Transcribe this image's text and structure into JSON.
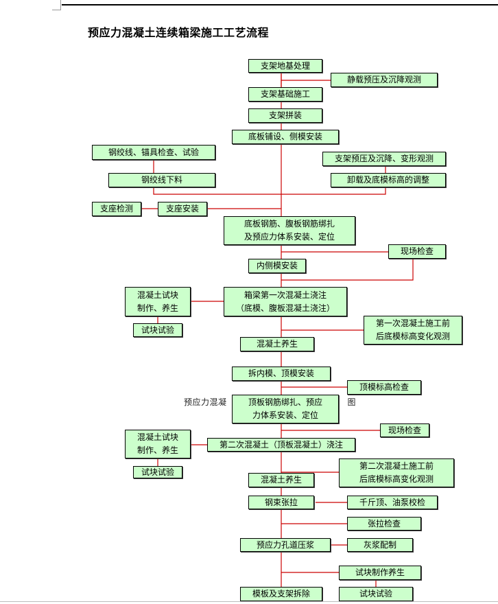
{
  "title": "预应力混凝土连续箱梁施工工艺流程",
  "caption": "预应力混凝",
  "caption_tail": "图",
  "steps": {
    "s1": "支架地基处理",
    "s2": "静载预压及沉降观测",
    "s3": "支架基础施工",
    "s4": "支架拼装",
    "s5": "底板铺设、侧模安装",
    "s6": "钢绞线、锚具检查、试验",
    "s7": "支架预压及沉降、变形观测",
    "s8": "钢绞线下料",
    "s9": "卸载及底模标高的调整",
    "s10": "支座检测",
    "s11": "支座安装",
    "s12": "底板钢筋、腹板钢筋绑扎\n及预应力体系安装、定位",
    "s13": "现场检查",
    "s14": "内侧模安装",
    "s15": "混凝土试块\n制作、养生",
    "s16": "箱梁第一次混凝土浇注\n（底模、腹板混凝土浇注）",
    "s17": "试块试验",
    "s18": "第一次混凝土施工前\n后底模标高变化观测",
    "s19": "混凝土养生",
    "s20": "拆内模、顶模安装",
    "s21": "顶模标高检查",
    "s22": "顶板钢筋绑扎、预应\n力体系安装、定位",
    "s23": "现场检查",
    "s24": "混凝土试块\n制作、养生",
    "s25": "第二次混凝土（顶板混凝土）浇注",
    "s26": "试块试验",
    "s27": "第二次混凝土施工前\n后底模标高变化观测",
    "s28": "混凝土养生",
    "s29": "钢束张拉",
    "s30": "千斤顶、油泵校检",
    "s31": "张拉检查",
    "s32": "预应力孔道压浆",
    "s33": "灰浆配制",
    "s34": "试块制作养生",
    "s35": "模板及支架拆除",
    "s36": "试块试验"
  },
  "colors": {
    "box_fill": "#ccffcc",
    "box_border": "#000000",
    "connector": "#cc0000"
  }
}
